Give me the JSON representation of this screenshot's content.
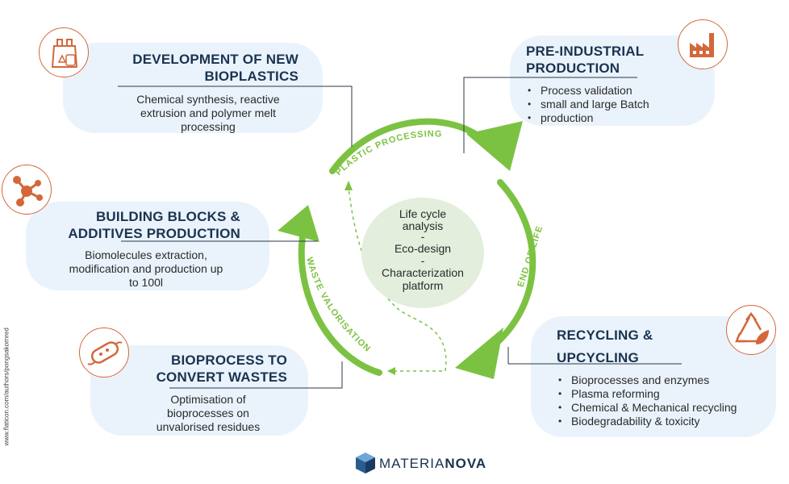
{
  "dev": {
    "title_line1": "DEVELOPMENT OF NEW",
    "title_line2": "BIOPLASTICS",
    "body_line1": "Chemical synthesis, reactive",
    "body_line2": "extrusion and polymer melt",
    "body_line3": "processing"
  },
  "preindustrial": {
    "title_line1": "PRE-INDUSTRIAL",
    "title_line2": "PRODUCTION",
    "bullets": [
      "Process validation",
      "small and large Batch",
      "production"
    ]
  },
  "building": {
    "title_line1": "BUILDING BLOCKS &",
    "title_line2": "ADDITIVES PRODUCTION",
    "body_line1": "Biomolecules extraction,",
    "body_line2": "modification and production up",
    "body_line3": "to 100l"
  },
  "bioprocess": {
    "title_line1": "BIOPROCESS TO",
    "title_line2": "CONVERT  WASTES",
    "body_line1": "Optimisation of",
    "body_line2": "bioprocesses on",
    "body_line3": "unvalorised residues"
  },
  "recycling": {
    "title_line1": "RECYCLING &",
    "title_line2": "UPCYCLING",
    "bullets": [
      "Bioprocesses and enzymes",
      "Plasma reforming",
      "Chemical & Mechanical recycling",
      "Biodegradability & toxicity"
    ]
  },
  "cycle": {
    "plastic_processing": "PLASTIC PROCESSING",
    "end_of_life": "END OF LIFE",
    "waste_valorisation": "WASTE VALORISATION"
  },
  "center": {
    "line1": "Life cycle",
    "line2": "analysis",
    "dash1": "-",
    "line3": "Eco-design",
    "dash2": "-",
    "line4": "Characterization",
    "line5": "platform"
  },
  "brand": {
    "name_part1": "MATERIA",
    "name_part2": "NOVA"
  },
  "credit": "www.flaticon.com/authors/pongsakornred",
  "colors": {
    "accent_green": "#7cc242",
    "icon_orange": "#d4673a",
    "card_blue": "#eaf3fb",
    "heading_navy": "#1a3350"
  },
  "icons": {
    "dev": "plastic-bag-icon",
    "preindustrial": "factory-icon",
    "building": "molecule-icon",
    "bioprocess": "bacteria-icon",
    "recycling": "recycle-leaf-icon",
    "brand": "cube-logo-icon"
  }
}
